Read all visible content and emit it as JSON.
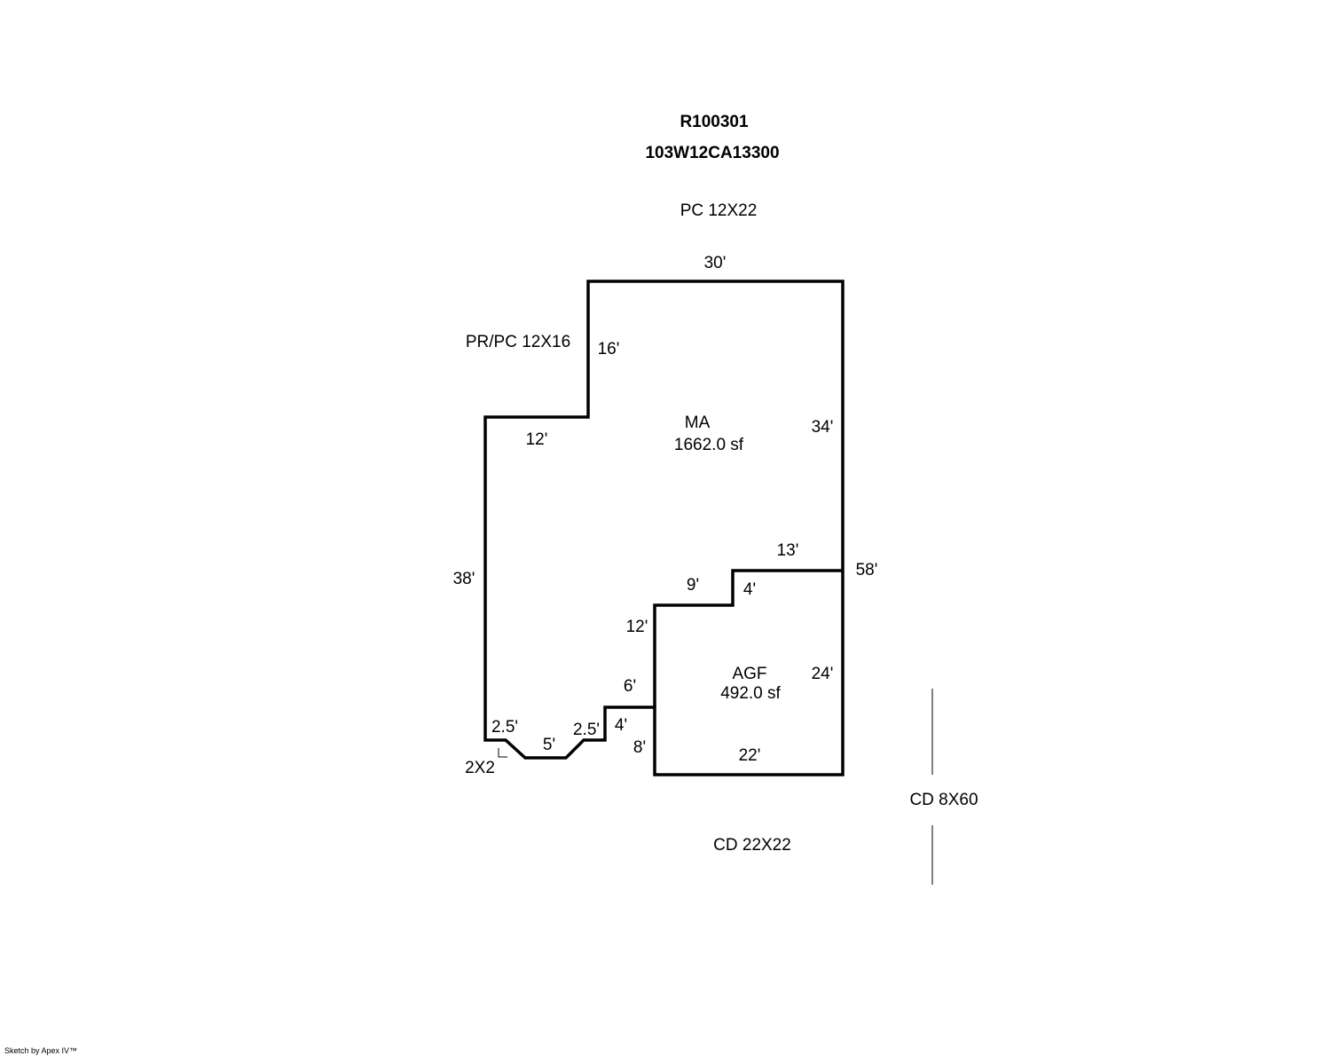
{
  "header": {
    "parcel_id": "R100301",
    "map_number": "103W12CA13300"
  },
  "areas": {
    "main": {
      "code": "MA",
      "area": "1662.0 sf"
    },
    "garage": {
      "code": "AGF",
      "area": "492.0 sf"
    }
  },
  "exterior_labels": {
    "porch_top": "PC 12X22",
    "porch_left": "PR/PC 12X16",
    "bay": "2X2",
    "deck_side": "CD 8X60",
    "deck_bottom": "CD 22X22"
  },
  "dimensions": {
    "top": "30'",
    "upper_left_vertical": "16'",
    "upper_left_horizontal": "12'",
    "right_upper": "34'",
    "left": "38'",
    "garage_top": "13'",
    "right_total": "58'",
    "step_horizontal": "9'",
    "step_vertical": "4'",
    "garage_left_upper": "12'",
    "garage_right": "24'",
    "ledge_horizontal": "6'",
    "ledge_vertical": "4'",
    "garage_left_lower": "8'",
    "garage_bottom": "22'",
    "bay_left": "2.5'",
    "bay_center": "5'",
    "bay_right": "2.5'"
  },
  "colors": {
    "line": "#000000",
    "background": "#ffffff"
  },
  "footer": {
    "credit": "Sketch by Apex IV™"
  }
}
